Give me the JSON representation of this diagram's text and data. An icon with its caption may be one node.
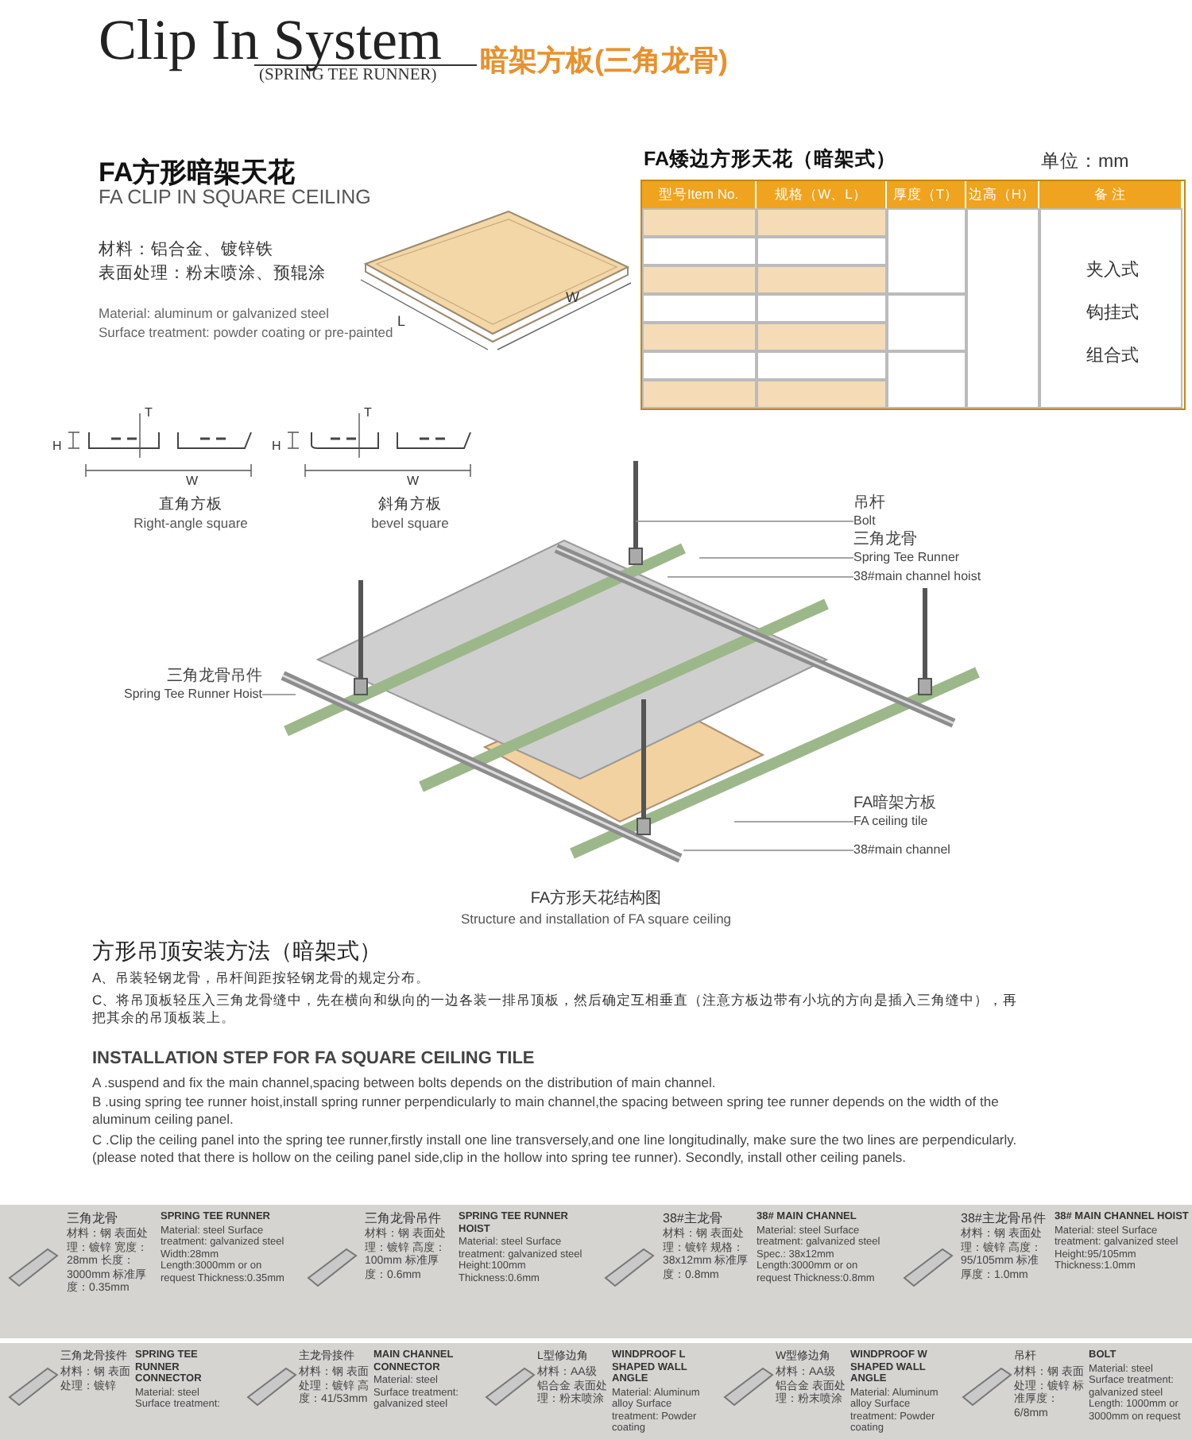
{
  "diagram": {
    "title": "Clip In System",
    "nodes": [
      {
        "text": [
          "吊杆",
          "Bolt"
        ]
      },
      {
        "text": [
          "三角龙骨",
          "Spring Tee Runner"
        ]
      },
      {
        "text": [
          "38#main channel hoist"
        ]
      },
      {
        "text": [
          "三角龙骨吊件",
          "Spring Tee Runner Hoist"
        ]
      },
      {
        "text": [
          "FA暗架方板",
          "FA ceiling tile"
        ]
      },
      {
        "text": [
          "38#main channel"
        ]
      },
      {
        "text": [
          "三角龙骨",
          "材料：钢 表面处理：镀锌 宽度：28mm 长度：3000mm 标准厚度：0.35mm",
          "SPRING TEE RUNNER",
          "Material: steel Surface treatment: galvanized steel Width:28mm Length:3000mm or on request Thickness:0.35mm",
          "三角龙骨吊件",
          "材料：钢 表面处理：镀锌 高度：100mm 标准厚度：0.6mm",
          "SPRING TEE RUNNER HOIST",
          "Material: steel Surface treatment: galvanized steel Height:100mm Thickness:0.6mm",
          "38#主龙骨",
          "材料：钢 表面处理：镀锌 规格：38x12mm 标准厚度：0.8mm",
          "38# MAIN CHANNEL",
          "Material: steel Surface treatment: galvanized steel Spec.: 38x12mm Length:3000mm or on request Thickness:0.8mm",
          "38#主龙骨吊件",
          "材料：钢 表面处理：镀锌 高度：95/105mm 标准厚度：1.0mm",
          "38# MAIN CHANNEL HOIST",
          "Material: steel Surface treatment: galvanized steel Height:95/105mm Thickness:1.0mm"
        ]
      },
      {
        "text": [
          "三角龙骨接件",
          "材料：钢 表面处理：镀锌",
          "SPRING TEE RUNNER CONNECTOR",
          "Material: steel Surface treatment:",
          "主龙骨接件",
          "材料：钢 表面处理：镀锌 高度：41/53mm",
          "MAIN CHANNEL CONNECTOR",
          "Material: steel Surface treatment: galvanized steel",
          "L型修边角",
          "材料：AA级铝合金 表面处理：粉末喷涂",
          "WINDPROOF L SHAPED WALL ANGLE",
          "Material: Aluminum alloy Surface treatment: Powder coating",
          "W型修边角",
          "材料：AA级铝合金 表面处理：粉末喷涂",
          "WINDPROOF W SHAPED WALL ANGLE",
          "Material: Aluminum alloy Surface treatment: Powder coating",
          "吊杆",
          "材料：钢 表面处理：镀锌 标准厚度：6/8mm",
          "BOLT",
          "Material: steel Surface treatment: galvanized steel Length: 1000mm or 3000mm on request"
        ]
      }
    ],
    "edges": [
      {
        "from": 0,
        "to": null,
        "arrow": "none"
      },
      {
        "from": 1,
        "to": null,
        "arrow": "none"
      },
      {
        "from": 2,
        "to": null,
        "arrow": "none"
      },
      {
        "from": 3,
        "to": null,
        "arrow": "none"
      },
      {
        "from": 4,
        "to": null,
        "arrow": "none"
      },
      {
        "from": 5,
        "to": null,
        "arrow": "none"
      }
    ],
    "labels": [
      "(SPRING TEE RUNNER)",
      "暗架方板(三角龙骨)",
      "FA方形暗架天花",
      "FA CLIP IN SQUARE CEILING",
      "材料：铝合金、镀锌铁",
      "表面处理：粉末喷涂、预辊涂",
      "Material: aluminum or galvanized steel",
      "Surface treatment: powder coating or pre-painted",
      "L",
      "W",
      "FA矮边方形天花（暗架式）",
      "单位：mm",
      "型号Item No.",
      "规格（W、L）",
      "厚度（T）",
      "边高（H）",
      "备 注",
      "夹入式",
      "钩挂式",
      "组合式",
      "T",
      "H",
      "W",
      "直角方板",
      "Right-angle square",
      "T",
      "H",
      "W",
      "斜角方板",
      "bevel square",
      "FA方形天花结构图",
      "Structure and installation of FA square ceiling",
      "方形吊顶安装方法（暗架式）",
      "A、吊装轻钢龙骨，吊杆间距按轻钢龙骨的规定分布。",
      "C、将吊顶板轻压入三角龙骨缝中，先在横向和纵向的一边各装一排吊顶板，然后确定互相垂直（注意方板边带有小坑的方向是插入三角缝中），再把其余的吊顶板装上。",
      "INSTALLATION STEP FOR FA SQUARE CEILING TILE",
      "A .suspend and fix the main channel,spacing between bolts depends on the distribution of main channel.",
      "B .using spring tee runner hoist,install spring runner perpendicularly to main channel,the spacing between spring tee runner depends on the width of the aluminum ceiling panel.",
      "C .Clip the ceiling panel into the spring tee runner,firstly install one line transversely,and one line longitudinally, make sure the two lines are perpendicularly.(please noted that there is hollow on the ceiling panel side,clip in the hollow into spring tee runner). Secondly, install other ceiling panels."
    ]
  }
}
